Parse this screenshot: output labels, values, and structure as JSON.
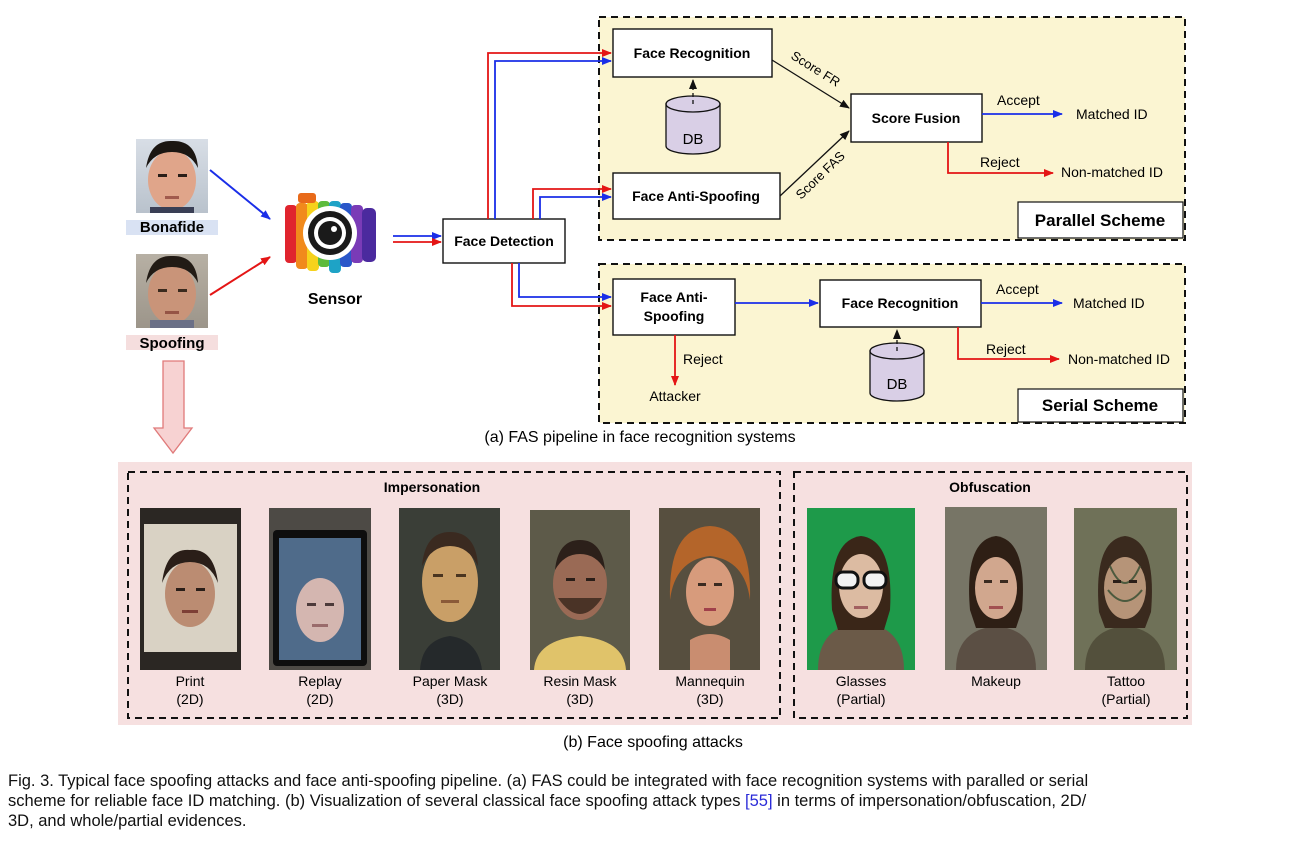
{
  "diagram": {
    "inputs": {
      "bonafide": "Bonafide",
      "spoofing": "Spoofing"
    },
    "sensor": "Sensor",
    "face_detection": "Face Detection",
    "parallel": {
      "face_recognition": "Face Recognition",
      "db": "DB",
      "face_anti_spoofing": "Face Anti-Spoofing",
      "score_fusion": "Score Fusion",
      "score_fr": "Score FR",
      "score_fas": "Score FAS",
      "accept": "Accept",
      "reject": "Reject",
      "matched": "Matched ID",
      "nonmatched": "Non-matched ID",
      "scheme_label": "Parallel Scheme"
    },
    "serial": {
      "fas_line1": "Face Anti-",
      "fas_line2": "Spoofing",
      "face_recognition": "Face Recognition",
      "db": "DB",
      "accept": "Accept",
      "reject": "Reject",
      "matched": "Matched ID",
      "nonmatched": "Non-matched ID",
      "reject2": "Reject",
      "attacker": "Attacker",
      "scheme_label": "Serial Scheme"
    },
    "caption_a": "(a) FAS pipeline in face recognition systems",
    "attacks": {
      "impersonation_title": "Impersonation",
      "obfuscation_title": "Obfuscation",
      "impersonation": [
        {
          "name": "Print",
          "kind": "(2D)"
        },
        {
          "name": "Replay",
          "kind": "(2D)"
        },
        {
          "name": "Paper Mask",
          "kind": "(3D)"
        },
        {
          "name": "Resin Mask",
          "kind": "(3D)"
        },
        {
          "name": "Mannequin",
          "kind": "(3D)"
        }
      ],
      "obfuscation": [
        {
          "name": "Glasses",
          "kind": "(Partial)"
        },
        {
          "name": "Makeup",
          "kind": ""
        },
        {
          "name": "Tattoo",
          "kind": "(Partial)"
        }
      ]
    },
    "caption_b": "(b) Face spoofing attacks",
    "figure_caption": {
      "line1": "Fig. 3. Typical face spoofing attacks and face anti-spoofing pipeline. (a) FAS could be integrated with face recognition systems with paralled or serial",
      "line2_a": "scheme for reliable face ID matching. (b) Visualization of several classical face spoofing attack types ",
      "line2_ref": "[55]",
      "line2_b": " in terms of impersonation/obfuscation, 2D/",
      "line3": "3D, and whole/partial evidences."
    }
  },
  "colors": {
    "scheme_bg": "#fbf5d2",
    "attacks_bg": "#f6e0e0",
    "db": "#d9cfe6",
    "blue": "#1a2ee8",
    "red": "#e41515",
    "arrow_pink": "#f2b6b6"
  }
}
